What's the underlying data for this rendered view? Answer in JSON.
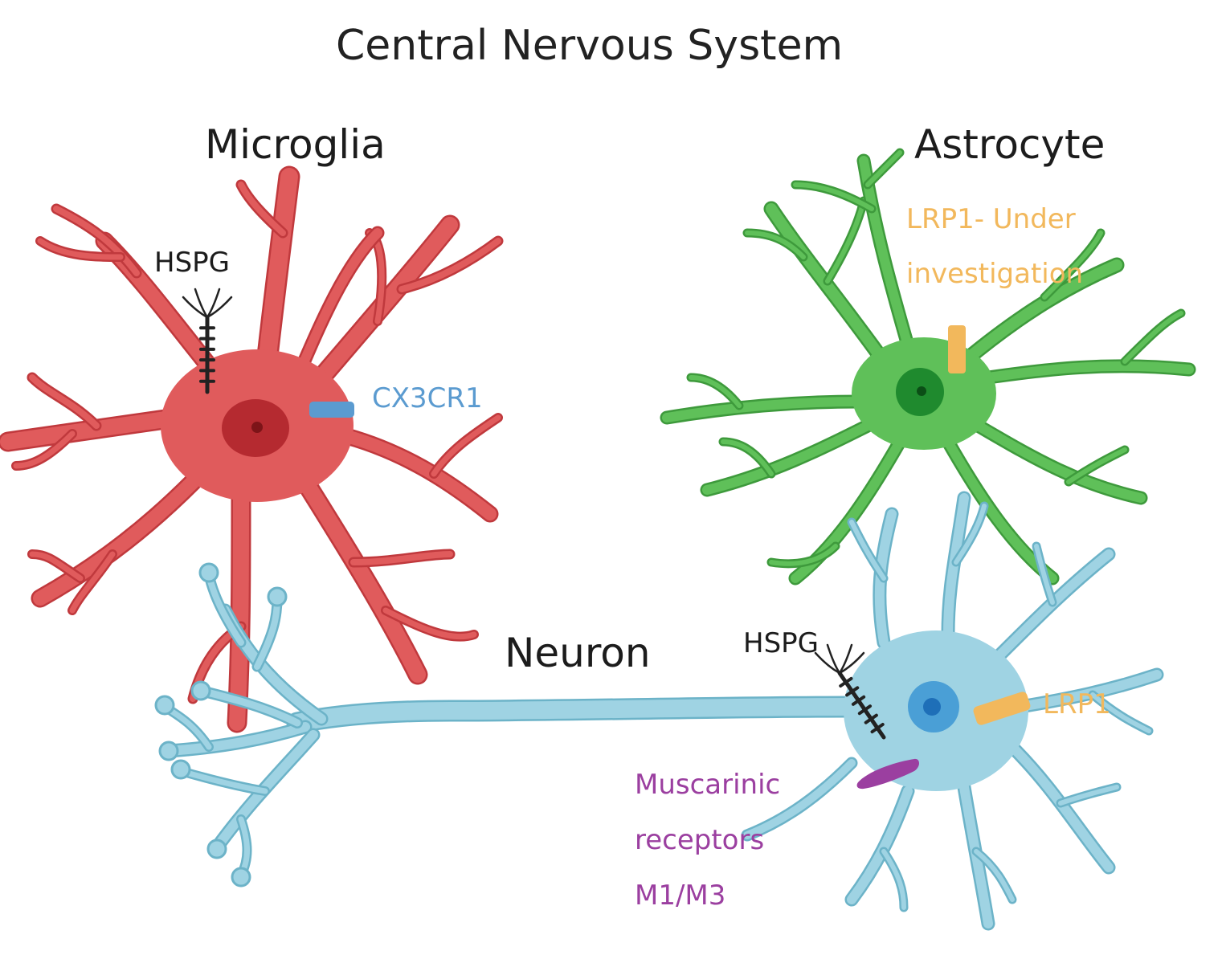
{
  "title": "Central Nervous System",
  "cells": {
    "microglia": {
      "name": "Microglia",
      "color": "#e05b5c",
      "outline": "#c0393d",
      "nucleus": "#b52a30",
      "nucleolus": "#7d1418"
    },
    "astrocyte": {
      "name": "Astrocyte",
      "color": "#5fc059",
      "outline": "#3e9a3c",
      "nucleus": "#1f8a2e",
      "nucleolus": "#0b4e16"
    },
    "neuron": {
      "name": "Neuron",
      "color": "#9fd3e3",
      "outline": "#6cb3c8",
      "nucleus": "#4a9fd6",
      "nucleolus": "#1e6fb8"
    }
  },
  "labels": {
    "microglia_hspg": "HSPG",
    "cx3cr1": "CX3CR1",
    "lrp1_astro_line1": "LRP1- Under",
    "lrp1_astro_line2": "investigation",
    "neuron_hspg": "HSPG",
    "lrp1_neuron": "LRP1",
    "muscarinic_line1": "Muscarinic",
    "muscarinic_line2": "receptors",
    "muscarinic_line3": "M1/M3"
  },
  "colors": {
    "cx3cr1": "#5b9bd0",
    "lrp1": "#f2b85c",
    "muscarinic": "#9b3fa0",
    "hspg": "#222222"
  }
}
